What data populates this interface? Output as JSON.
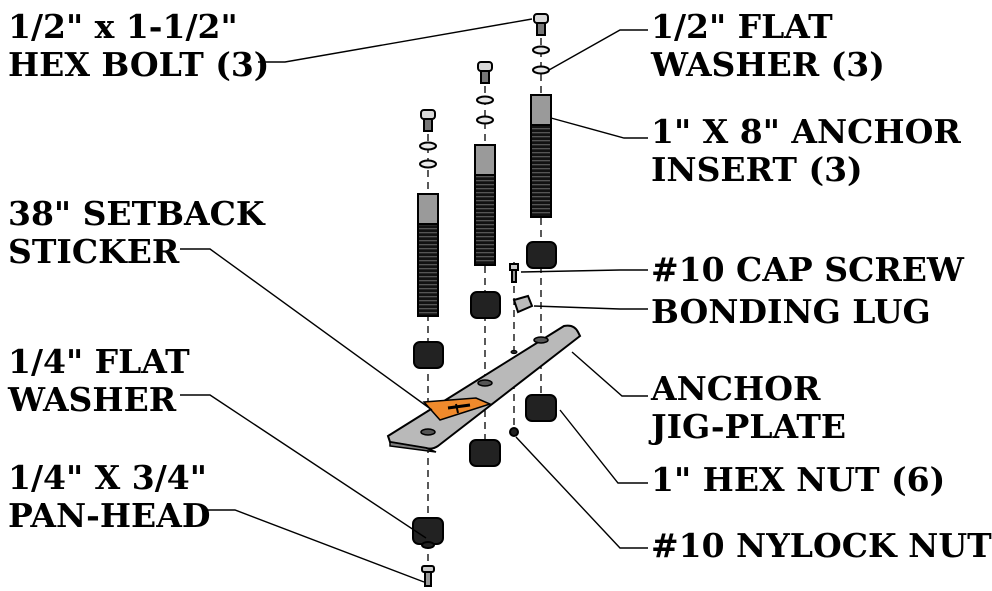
{
  "labels": {
    "hex_bolt": {
      "line1": "1/2\" x 1-1/2\"",
      "line2": "HEX BOLT (3)"
    },
    "flat_washer_half": {
      "line1": "1/2\" FLAT",
      "line2": "WASHER (3)"
    },
    "anchor_insert": {
      "line1": "1\" X 8\" ANCHOR",
      "line2": "INSERT (3)"
    },
    "setback_sticker": {
      "line1": "38\" SETBACK",
      "line2": "STICKER"
    },
    "cap_screw": {
      "line1": "#10 CAP SCREW"
    },
    "bonding_lug": {
      "line1": "BONDING LUG"
    },
    "flat_washer_quarter": {
      "line1": "1/4\" FLAT",
      "line2": "WASHER"
    },
    "jig_plate": {
      "line1": "ANCHOR",
      "line2": "JIG-PLATE"
    },
    "hex_nut": {
      "line1": "1\" HEX NUT (6)"
    },
    "pan_head": {
      "line1": "1/4\" X 3/4\"",
      "line2": "PAN-HEAD"
    },
    "nylock_nut": {
      "line1": "#10 NYLOCK NUT"
    }
  },
  "colors": {
    "sticker": "#f08a2c",
    "plate": "#b9b9b9",
    "metal": "#8a8a8a",
    "line": "#000000"
  }
}
